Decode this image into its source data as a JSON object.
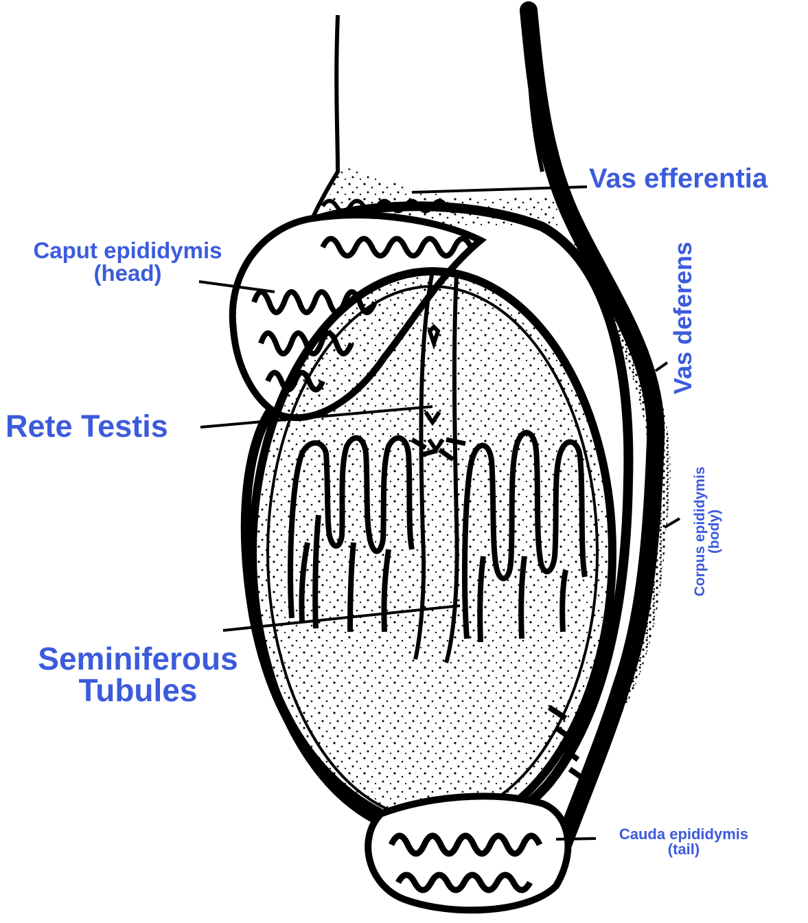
{
  "labels": {
    "vas_efferentia": "Vas efferentia",
    "caput_epididymis": "Caput epididymis",
    "caput_epididymis_sub": "(head)",
    "rete_testis": "Rete Testis",
    "seminiferous_1": "Seminiferous",
    "seminiferous_2": "Tubules",
    "vas_deferens": "Vas deferens",
    "corpus_epididymis": "Corpus epididymis",
    "corpus_epididymis_sub": "(body)",
    "cauda_epididymis": "Cauda epididymis",
    "cauda_epididymis_sub": "(tail)"
  },
  "colors": {
    "label": "#3c5bdc",
    "ink": "#000000",
    "background": "#ffffff"
  }
}
